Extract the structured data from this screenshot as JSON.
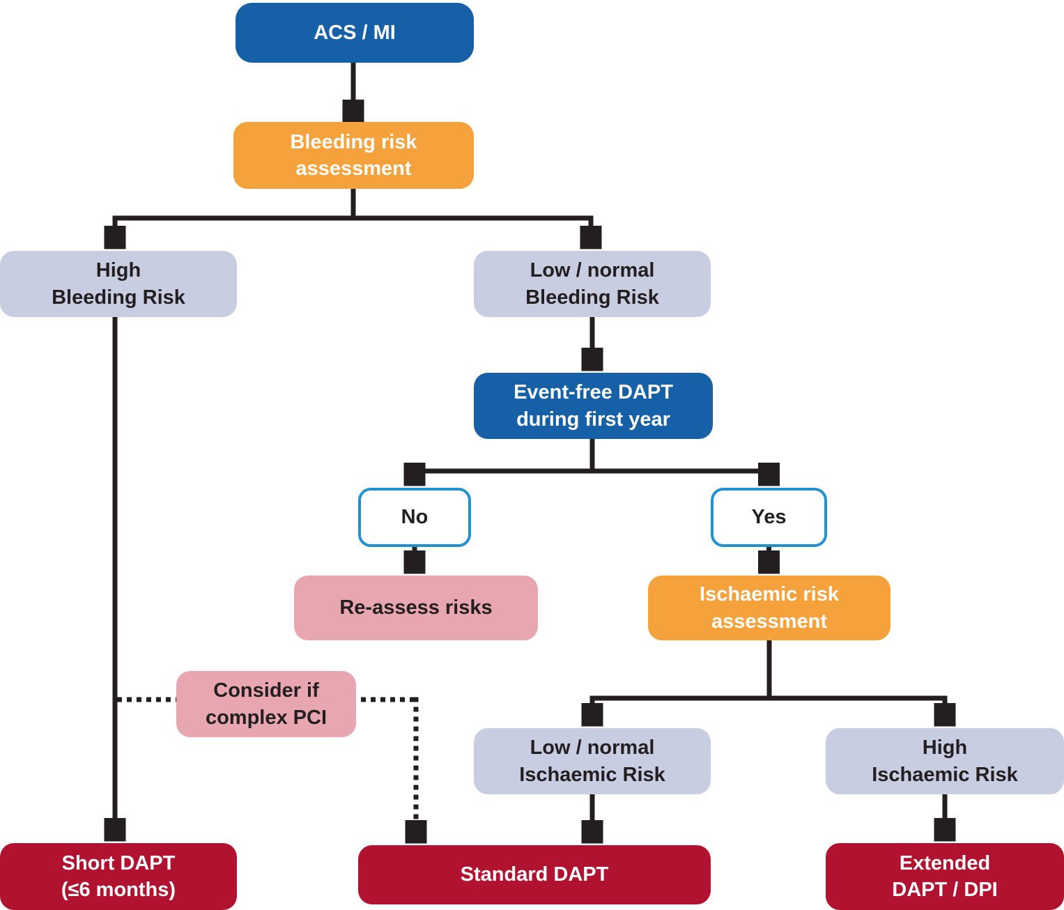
{
  "palette": {
    "dark_blue": "#1560a7",
    "orange": "#f5a23c",
    "lavender": "#c9cde2",
    "pink": "#e8a7b0",
    "crimson": "#b01230",
    "outline_blue": "#2191d0",
    "line_black": "#231f20",
    "background": "#ffffff"
  },
  "nodes": {
    "acs_mi": {
      "label": "ACS / MI"
    },
    "bleeding_assessment": {
      "label": "Bleeding risk\nassessment"
    },
    "high_bleeding": {
      "label": "High\nBleeding Risk"
    },
    "low_bleeding": {
      "label": "Low / normal\nBleeding Risk"
    },
    "event_free": {
      "label": "Event-free DAPT\nduring first year"
    },
    "no": {
      "label": "No"
    },
    "yes": {
      "label": "Yes"
    },
    "reassess": {
      "label": "Re-assess risks"
    },
    "ischaemic_assessment": {
      "label": "Ischaemic risk\nassessment"
    },
    "consider_pci": {
      "label": "Consider if\ncomplex PCI"
    },
    "low_ischaemic": {
      "label": "Low / normal\nIschaemic Risk"
    },
    "high_ischaemic": {
      "label": "High\nIschaemic Risk"
    },
    "short_dapt": {
      "label": "Short DAPT\n(≤6 months)"
    },
    "standard_dapt": {
      "label": "Standard DAPT"
    },
    "extended_dapt": {
      "label": "Extended\nDAPT / DPI"
    }
  }
}
